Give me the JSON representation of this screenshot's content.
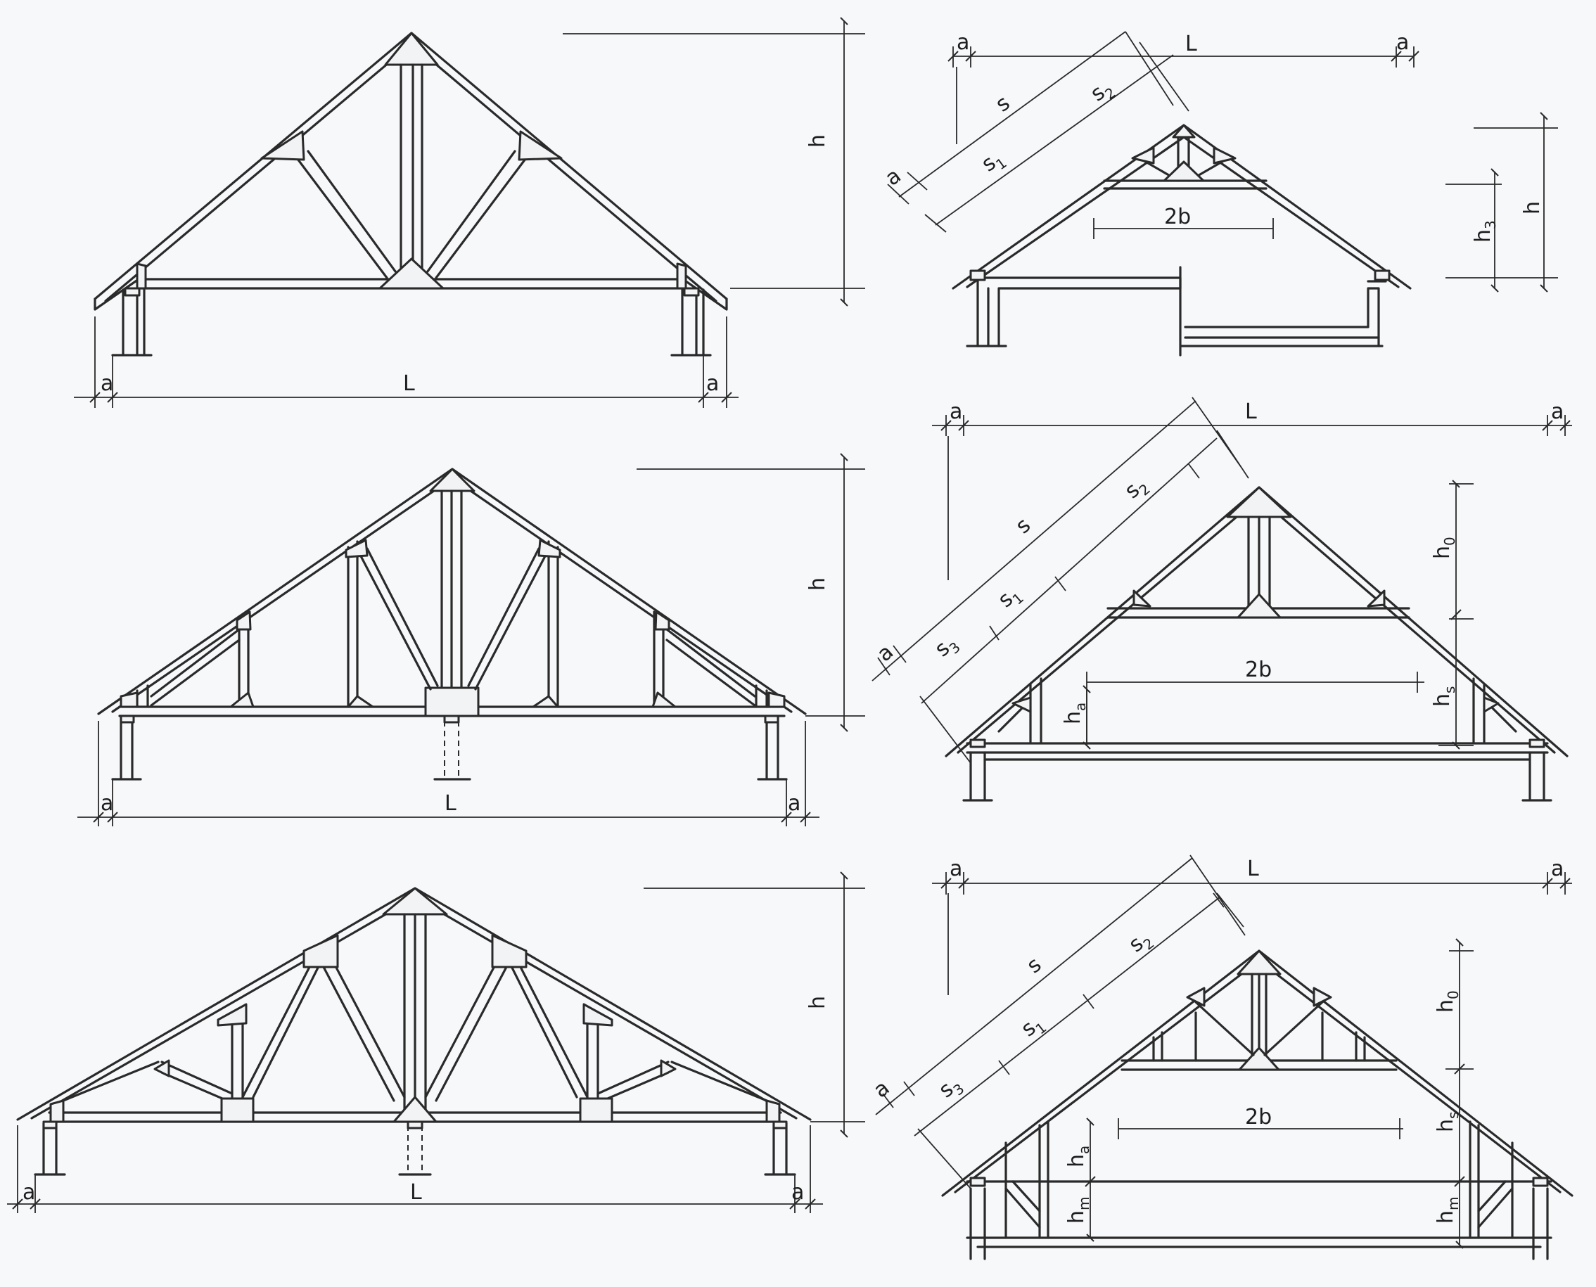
{
  "labels": {
    "L": "L",
    "a": "a",
    "h": "h",
    "s": "s",
    "s1": "s",
    "s1_sub": "1",
    "s2": "s",
    "s2_sub": "2",
    "s3": "s",
    "s3_sub": "3",
    "b2": "2b",
    "h3": "h",
    "h3_sub": "3",
    "h0": "h",
    "h0_sub": "0",
    "hs": "h",
    "hs_sub": "s",
    "ha": "h",
    "ha_sub": "a",
    "hm": "h",
    "hm_sub": "m"
  },
  "colors": {
    "line": "#2a2a2a",
    "paper": "#f7f8fa"
  }
}
